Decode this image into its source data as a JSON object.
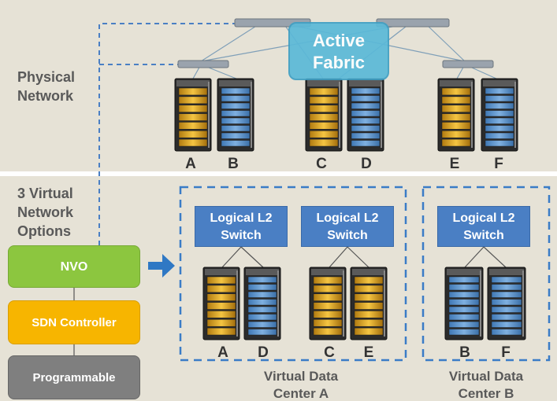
{
  "labels": {
    "physical": "Physical\nNetwork",
    "virtual": "3 Virtual\nNetwork\nOptions",
    "fabric": "Active\nFabric"
  },
  "physical_servers": [
    "A",
    "B",
    "C",
    "D",
    "E",
    "F"
  ],
  "stack": {
    "nvo": "NVO",
    "sdn": "SDN Controller",
    "programmable": "Programmable"
  },
  "vdc_a": {
    "label": "Virtual Data\nCenter A",
    "switch_1": "Logical L2\nSwitch",
    "switch_2": "Logical L2\nSwitch",
    "servers": [
      "A",
      "D",
      "C",
      "E"
    ]
  },
  "vdc_b": {
    "label": "Virtual Data\nCenter B",
    "switch": "Logical L2\nSwitch",
    "servers": [
      "B",
      "F"
    ]
  },
  "colors": {
    "background": "#e6e2d6",
    "nvo": "#8cc63f",
    "sdn": "#f7b500",
    "programmable": "#7f7f7f",
    "switch": "#4a7fc4",
    "fabric": "#5bb9d8",
    "dashed": "#3a7cc7"
  }
}
